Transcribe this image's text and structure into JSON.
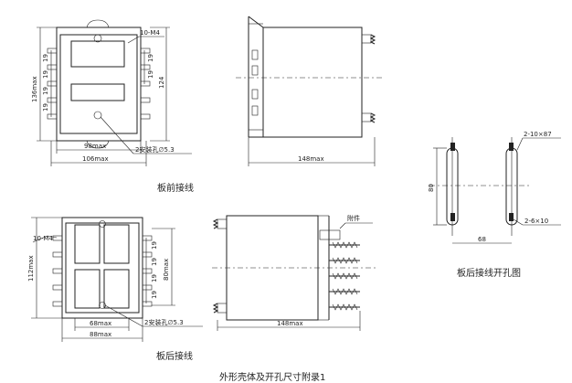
{
  "captions": {
    "front_wiring": "板前接线",
    "rear_wiring": "板后接线",
    "rear_cutout": "板后接线开孔图",
    "footer": "外形壳体及开孔尺寸附录1"
  },
  "front_view": {
    "screw_note": "10-M4",
    "dim_height_total": "136max",
    "dim_height_inner": "124",
    "pitch_left_1": "19",
    "pitch_left_2": "19",
    "pitch_left_3": "19",
    "pitch_left_4": "19",
    "pitch_right_1": "19",
    "pitch_right_2": "19",
    "dim_inner_width": "98max",
    "dim_total_width": "106max",
    "mount_hole": "2安装孔∅5.3"
  },
  "side_view_top": {
    "dim_depth": "148max"
  },
  "rear_view": {
    "screw_note": "10-M4",
    "dim_height_total": "112max",
    "dim_height_inner": "80max",
    "pitch_1": "19",
    "pitch_2": "19",
    "pitch_3": "19",
    "pitch_4": "19",
    "dim_inner_width": "68max",
    "dim_total_width": "88max",
    "mount_hole": "2安装孔∅5.3"
  },
  "side_view_bottom": {
    "accessory": "附件",
    "dim_depth": "148max"
  },
  "cutout": {
    "slot_note": "2-10×87",
    "hole_note": "2-6×10",
    "dim_height": "80",
    "dim_width": "68"
  }
}
